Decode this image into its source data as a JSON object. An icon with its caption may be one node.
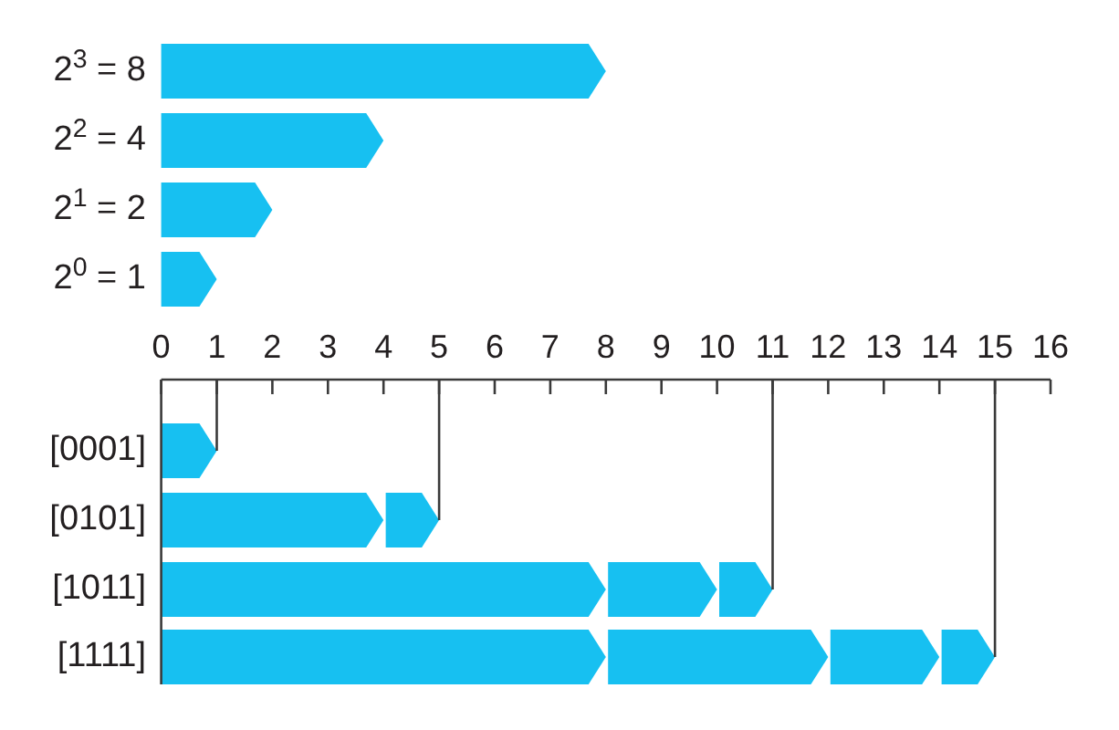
{
  "diagram": {
    "chart_data": {
      "type": "bar",
      "orientation": "horizontal",
      "stacked": true,
      "categories": [
        "2$^{3}$ = 8",
        "2$^{2}$ = 4",
        "2$^{1}$ = 2",
        "2$^{0}$ = 1",
        "[0001]",
        "[0101]",
        "[1011]",
        "[1111]"
      ],
      "series": [
        {
          "color": "#17c0f1",
          "values": [
            8,
            null,
            null,
            null,
            null,
            null,
            8,
            8
          ]
        },
        {
          "color": "#17c0f1",
          "values": [
            null,
            4,
            null,
            null,
            null,
            4,
            null,
            4
          ]
        },
        {
          "color": "#17c0f1",
          "values": [
            null,
            null,
            2,
            null,
            null,
            null,
            2,
            2
          ]
        },
        {
          "color": "#17c0f1",
          "values": [
            null,
            null,
            null,
            1,
            1,
            1,
            1,
            1
          ]
        }
      ],
      "xlim": [
        0,
        16
      ],
      "xticks": [
        0,
        1,
        2,
        3,
        4,
        5,
        6,
        7,
        8,
        9,
        10,
        11,
        12,
        13,
        14,
        15,
        16
      ],
      "ref_lines": [
        {
          "axis": "x",
          "value": 0
        },
        {
          "axis": "x",
          "value": 1
        },
        {
          "axis": "x",
          "value": 5
        },
        {
          "axis": "x",
          "value": 11
        },
        {
          "axis": "x",
          "value": 15
        }
      ]
    }
  }
}
